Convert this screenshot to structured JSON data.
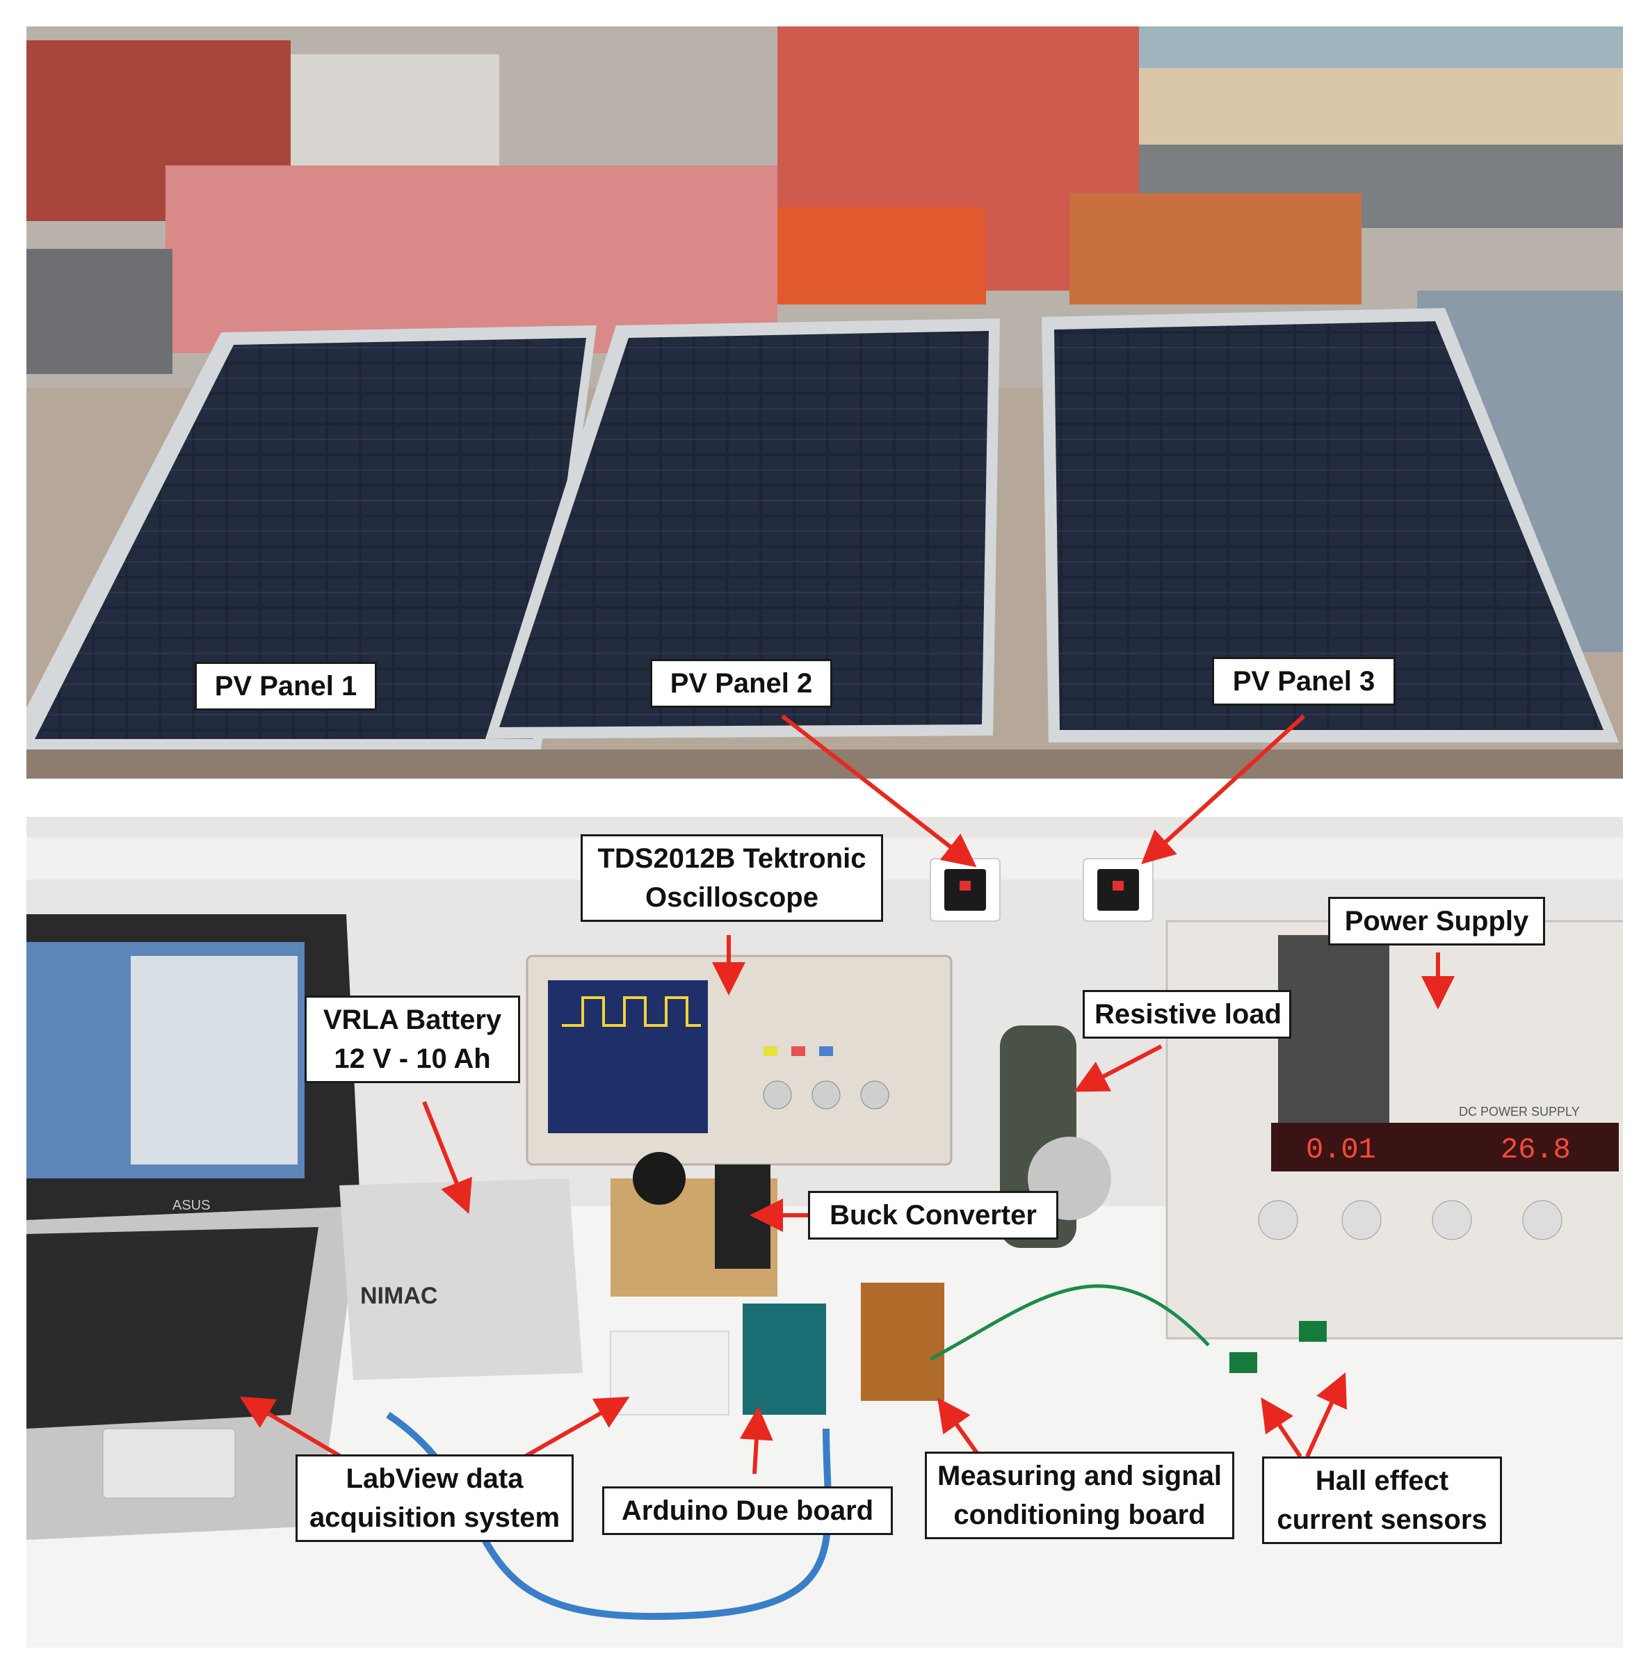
{
  "labels": {
    "pv_panel_1": "PV Panel 1",
    "pv_panel_2": "PV Panel 2",
    "pv_panel_3": "PV Panel 3",
    "oscilloscope": [
      "TDS2012B Tektronic",
      "Oscilloscope"
    ],
    "power_supply": "Power Supply",
    "battery": [
      "VRLA Battery",
      "12 V - 10 Ah"
    ],
    "resistive_load": "Resistive load",
    "buck_converter": "Buck Converter",
    "labview": [
      "LabView data",
      "acquisition  system"
    ],
    "arduino": "Arduino Due board",
    "measuring_board": [
      "Measuring  and  signal",
      "conditioning  board"
    ],
    "hall_sensors": [
      "Hall effect",
      "current sensors"
    ]
  },
  "photo_text": {
    "battery_brand": "NIMAC",
    "laptop_brand": "ASUS",
    "power_supply_display_left": "0.01",
    "power_supply_display_right": "26.8",
    "power_supply_panel": "DC POWER SUPPLY"
  },
  "colors": {
    "arrow": "#e8281f",
    "sky": "#9aa3a6",
    "panel_cell": "#1c2333",
    "panel_frame": "#cfd3d6",
    "label_border": "#1a1a1a"
  }
}
